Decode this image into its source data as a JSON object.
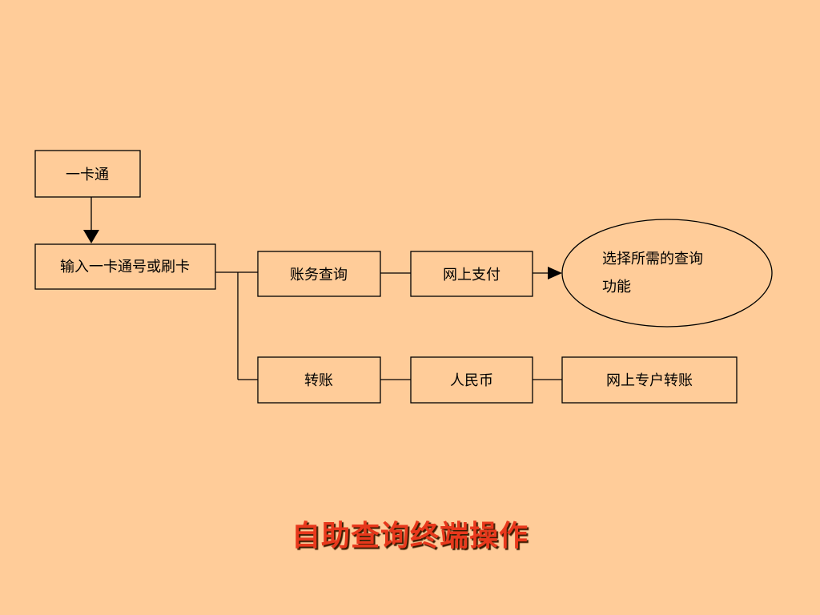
{
  "diagram": {
    "nodes": {
      "card": "一卡通",
      "input": "输入一卡通号或刷卡",
      "account_query": "账务查询",
      "online_payment": "网上支付",
      "choose_function_line1": "选择所需的查询",
      "choose_function_line2": "功能",
      "transfer": "转账",
      "rmb": "人民币",
      "online_account_transfer": "网上专户转账"
    }
  },
  "title": "自助查询终端操作",
  "colors": {
    "background": "#FFCC99",
    "title": "#E8381C",
    "stroke": "#000000"
  }
}
